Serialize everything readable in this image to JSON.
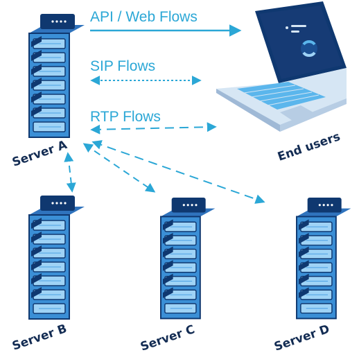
{
  "flows": {
    "api_web": "API / Web Flows",
    "sip": "SIP Flows",
    "rtp": "RTP Flows"
  },
  "nodes": {
    "server_a": "Server A",
    "server_b": "Server B",
    "server_c": "Server C",
    "server_d": "Server D",
    "end_users": "End users"
  },
  "colors": {
    "arrow": "#2ba7d6",
    "server_dark": "#1b4f92",
    "server_side": "#2f73bd",
    "server_front": "#4ba0e3",
    "laptop_body": "#c9dcef",
    "label_text": "#132c53"
  },
  "icons": {
    "server": "server-rack-icon",
    "laptop": "laptop-icon",
    "app_logo": "app-logo-icon"
  }
}
